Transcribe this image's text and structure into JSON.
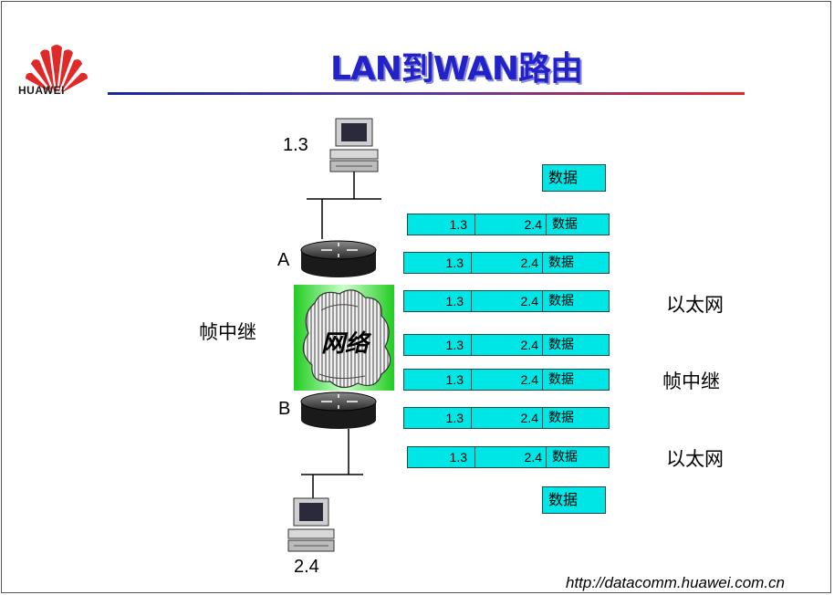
{
  "brand": {
    "name": "HUAWEI",
    "color": "#e02a2a"
  },
  "title": "LAN到WAN路由",
  "footer_url": "http://datacomm.huawei.com.cn",
  "hosts": {
    "top": "1.3",
    "bottom": "2.4"
  },
  "routers": {
    "a": "A",
    "b": "B"
  },
  "cloud": {
    "label": "网络",
    "side_label": "帧中继"
  },
  "data_label": "数据",
  "packets": [
    {
      "src": "1.3",
      "dst": "2.4",
      "payload": "数据"
    },
    {
      "src": "1.3",
      "dst": "2.4",
      "payload": "数据"
    },
    {
      "src": "1.3",
      "dst": "2.4",
      "payload": "数据"
    },
    {
      "src": "1.3",
      "dst": "2.4",
      "payload": "数据"
    },
    {
      "src": "1.3",
      "dst": "2.4",
      "payload": "数据"
    },
    {
      "src": "1.3",
      "dst": "2.4",
      "payload": "数据"
    },
    {
      "src": "1.3",
      "dst": "2.4",
      "payload": "数据"
    }
  ],
  "segments": [
    "以太网",
    "帧中继",
    "以太网"
  ],
  "colors": {
    "packet": "#00e6e6",
    "title": "#2222c8",
    "cloud": "#33dd33"
  }
}
